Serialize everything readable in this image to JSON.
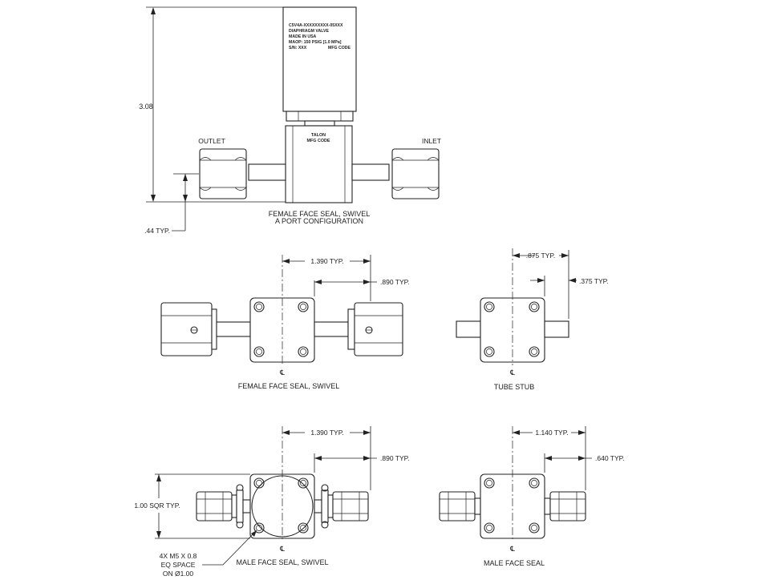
{
  "top_view": {
    "height_dim": "3.08",
    "port_height_dim": ".44 TYP.",
    "outlet_label": "OUTLET",
    "inlet_label": "INLET",
    "actuator_label_lines": [
      "C5V4A-XXXXXXXXX-05XXX",
      "DIAPHRAGM VALVE",
      "MADE IN USA",
      "MAOP: 150 PSIG [1.0 MPa]",
      "S/N: XXX"
    ],
    "mfg_code_right": "MFG CODE",
    "body_label_lines": [
      "TALON",
      "MFG CODE"
    ],
    "caption_lines": [
      "FEMALE FACE SEAL, SWIVEL",
      "A PORT CONFIGURATION"
    ]
  },
  "views": {
    "female_swivel": {
      "dim_long": "1.390 TYP.",
      "dim_short": ".890 TYP.",
      "caption": "FEMALE FACE SEAL, SWIVEL"
    },
    "tube_stub": {
      "dim_long": ".875 TYP.",
      "dim_short": ".375 TYP.",
      "caption": "TUBE STUB"
    },
    "male_swivel": {
      "dim_long": "1.390 TYP.",
      "dim_short": ".890 TYP.",
      "square_dim": "1.00 SQR TYP.",
      "bolt_note_lines": [
        "4X M5 X 0.8",
        "EQ SPACE",
        "ON Ø1.00"
      ],
      "caption": "MALE FACE SEAL, SWIVEL"
    },
    "male_seal": {
      "dim_long": "1.140 TYP.",
      "dim_short": ".640 TYP.",
      "caption": "MALE FACE SEAL"
    }
  },
  "centerline_symbol": "℄",
  "colors": {
    "line": "#222222",
    "background": "#ffffff"
  }
}
